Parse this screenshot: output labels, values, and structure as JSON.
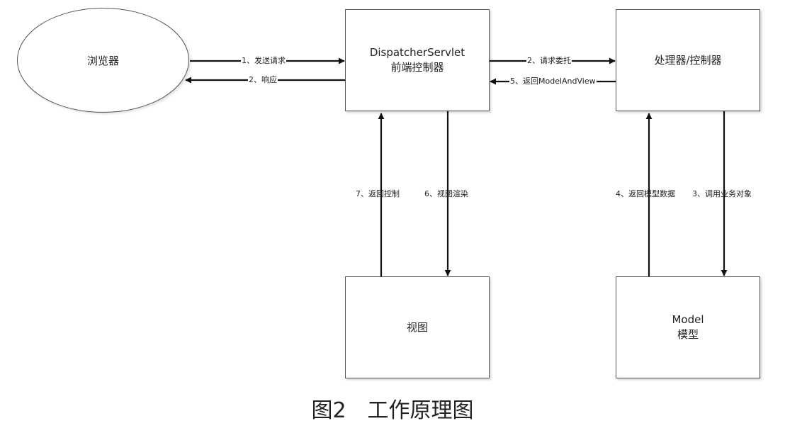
{
  "nodes": {
    "browser": "浏览器",
    "dispatcher_line1": "DispatcherServlet",
    "dispatcher_line2": "前端控制器",
    "handler": "处理器/控制器",
    "view": "视图",
    "model_line1": "Model",
    "model_line2": "模型"
  },
  "edges": {
    "send_request": "1、发送请求",
    "response": "2、响应",
    "delegate_request": "2、请求委托",
    "return_model_and_view": "5、返回ModelAndView",
    "return_control": "7、返回控制",
    "view_render": "6、视图渲染",
    "return_model_data": "4、返回模型数据",
    "call_business_object": "3、调用业务对象"
  },
  "caption": "图2　工作原理图"
}
